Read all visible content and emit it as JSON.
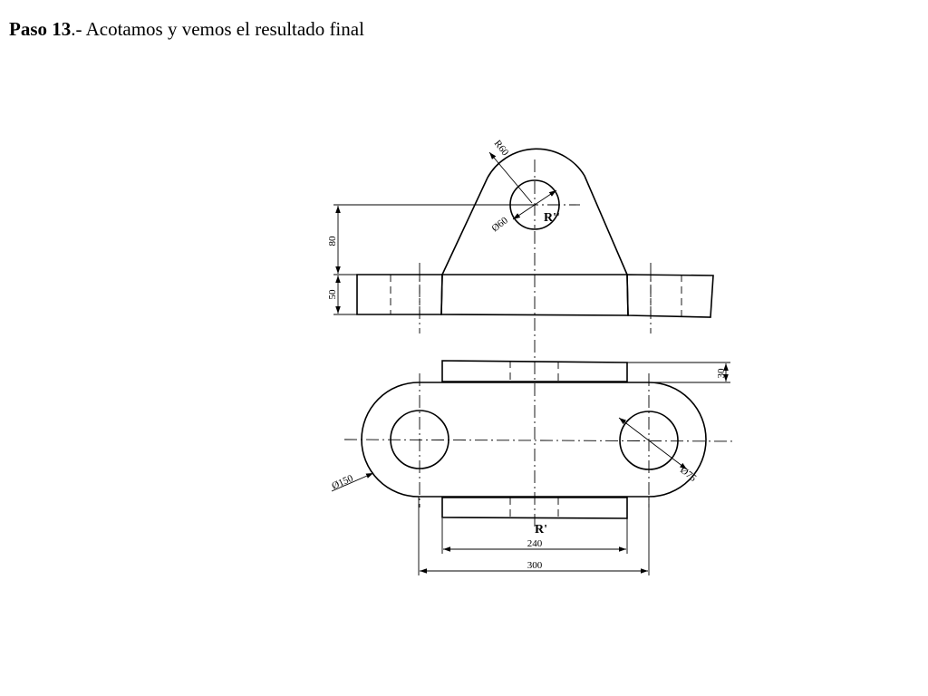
{
  "title": {
    "step": "Paso 13",
    "text": ".- Acotamos y vemos el resultado final"
  },
  "dimensions": {
    "height_80": "80",
    "height_50": "50",
    "radius_60": "R60",
    "diameter_60": "Ø60",
    "diameter_150": "Ø150",
    "diameter_75": "Ø75",
    "thickness_30": "30",
    "width_240": "240",
    "width_300": "300"
  },
  "references": {
    "elevation": "R''",
    "plan": "R'"
  }
}
